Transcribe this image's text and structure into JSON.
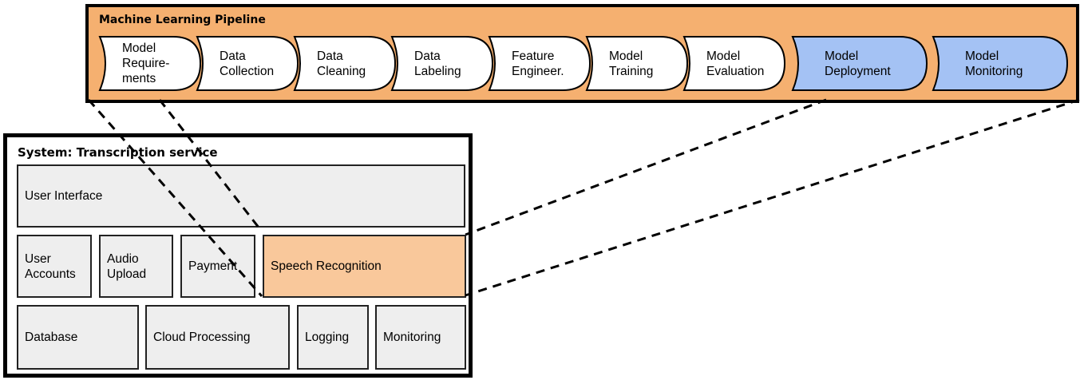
{
  "pipeline": {
    "title": "Machine Learning Pipeline",
    "stages": [
      {
        "label": "Model\nRequire-\nments",
        "color": "#ffffff"
      },
      {
        "label": "Data\nCollection",
        "color": "#ffffff"
      },
      {
        "label": "Data\nCleaning",
        "color": "#ffffff"
      },
      {
        "label": "Data\nLabeling",
        "color": "#ffffff"
      },
      {
        "label": "Feature\nEngineer.",
        "color": "#ffffff"
      },
      {
        "label": "Model\nTraining",
        "color": "#ffffff"
      },
      {
        "label": "Model\nEvaluation",
        "color": "#ffffff"
      },
      {
        "label": "Model\nDeployment",
        "color": "#a4c2f4"
      },
      {
        "label": "Model\nMonitoring",
        "color": "#a4c2f4"
      }
    ],
    "background_color": "#f5b070"
  },
  "system": {
    "title": "System: Transcription service",
    "components": {
      "user_interface": "User Interface",
      "user_accounts": "User\nAccounts",
      "audio_upload": "Audio\nUpload",
      "payment": "Payment",
      "speech_recognition": "Speech Recognition",
      "database": "Database",
      "cloud_processing": "Cloud Processing",
      "logging": "Logging",
      "monitoring": "Monitoring"
    },
    "highlight_color": "#f9c89b",
    "component_color": "#eeeeee"
  }
}
